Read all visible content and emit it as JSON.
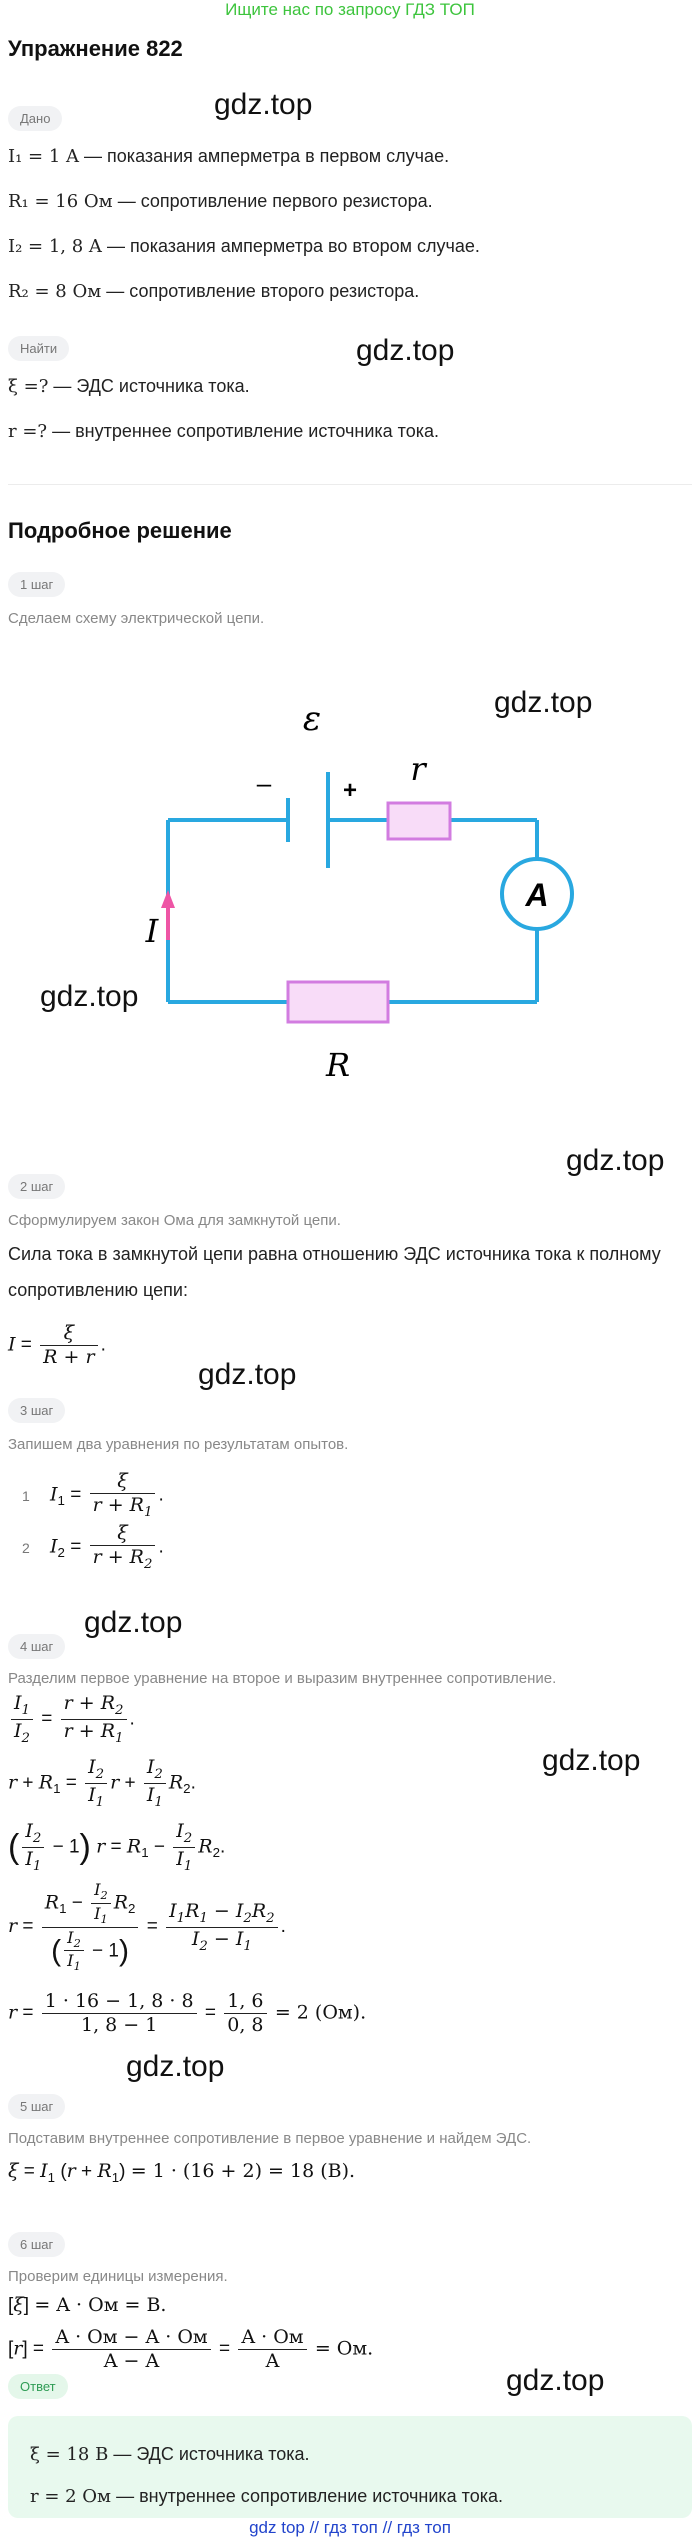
{
  "banner": "Ищите нас по запросу ГДЗ ТОП",
  "title": "Упражнение 822",
  "watermark": "gdz.top",
  "given": {
    "label": "Дано",
    "lines": [
      {
        "math": "I₁ = 1 A",
        "desc": "— показания амперметра в первом случае."
      },
      {
        "math": "R₁ = 16 Ом",
        "desc": "— сопротивление первого резистора."
      },
      {
        "math": "I₂ = 1, 8 A",
        "desc": "— показания амперметра во втором случае."
      },
      {
        "math": "R₂ = 8 Ом",
        "desc": "— сопротивление второго резистора."
      }
    ]
  },
  "find": {
    "label": "Найти",
    "lines": [
      {
        "math": "ξ =?",
        "desc": "— ЭДС источника тока."
      },
      {
        "math": "r =?",
        "desc": "— внутреннее сопротивление источника тока."
      }
    ]
  },
  "solution_title": "Подробное решение",
  "steps": [
    {
      "label": "1 шаг",
      "text": "Сделаем схему электрической цепи."
    },
    {
      "label": "2 шаг",
      "text": "Сформулируем закон Ома для замкнутой цепи.",
      "body": "Сила тока в замкнутой цепи равна отношению ЭДС источника тока к полному сопротивлению цепи:"
    },
    {
      "label": "3 шаг",
      "text": "Запишем два уравнения по результатам опытов."
    },
    {
      "label": "4 шаг",
      "text": "Разделим первое уравнение на второе и выразим внутреннее сопротивление."
    },
    {
      "label": "5 шаг",
      "text": "Подставим внутреннее сопротивление в первое уравнение и найдем ЭДС."
    },
    {
      "label": "6 шаг",
      "text": "Проверим единицы измерения."
    }
  ],
  "circuit": {
    "emf_label": "ε",
    "minus": "–",
    "plus": "+",
    "r_label": "r",
    "ammeter": "A",
    "current_label": "I",
    "R_label": "R",
    "colors": {
      "wire": "#29a8e0",
      "resistor_fill": "#f8dcf8",
      "resistor_stroke": "#d27ce0",
      "arrow": "#ee55a5"
    }
  },
  "eq_numbers": [
    "1",
    "2"
  ],
  "answer": {
    "label": "Ответ",
    "lines": [
      {
        "math": "ξ = 18 В",
        "desc": "— ЭДС источника тока."
      },
      {
        "math": "r = 2 Ом",
        "desc": "— внутреннее сопротивление источника тока."
      }
    ]
  },
  "footer": "gdz top  //  гдз топ  //  гдз топ"
}
